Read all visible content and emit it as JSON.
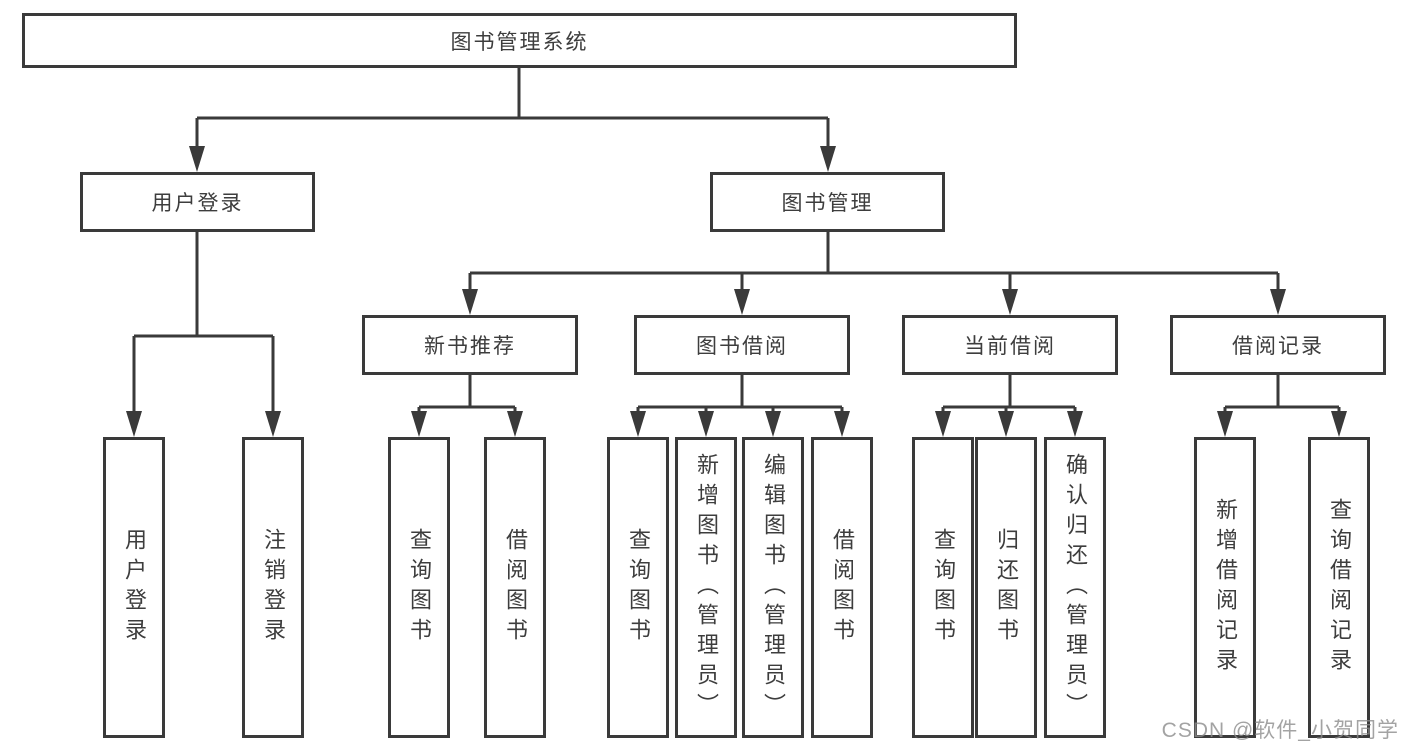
{
  "watermark": {
    "text": "CSDN @软件_小贺同学"
  },
  "colors": {
    "line": "#3a3a3a",
    "box_border": "#3a3a3a",
    "text": "#3d3d3d",
    "background": "#ffffff",
    "watermark": "#8c8c8c"
  },
  "tree": {
    "label": "图书管理系统",
    "children": [
      {
        "label": "用户登录",
        "children": [
          {
            "label": "用户登录"
          },
          {
            "label": "注销登录"
          }
        ]
      },
      {
        "label": "图书管理",
        "children": [
          {
            "label": "新书推荐",
            "children": [
              {
                "label": "查询图书"
              },
              {
                "label": "借阅图书"
              }
            ]
          },
          {
            "label": "图书借阅",
            "children": [
              {
                "label": "查询图书"
              },
              {
                "label": "新增图书（管理员）"
              },
              {
                "label": "编辑图书（管理员）"
              },
              {
                "label": "借阅图书"
              }
            ]
          },
          {
            "label": "当前借阅",
            "children": [
              {
                "label": "查询图书"
              },
              {
                "label": "归还图书"
              },
              {
                "label": "确认归还（管理员）"
              }
            ]
          },
          {
            "label": "借阅记录",
            "children": [
              {
                "label": "新增借阅记录"
              },
              {
                "label": "查询借阅记录"
              }
            ]
          }
        ]
      }
    ]
  }
}
